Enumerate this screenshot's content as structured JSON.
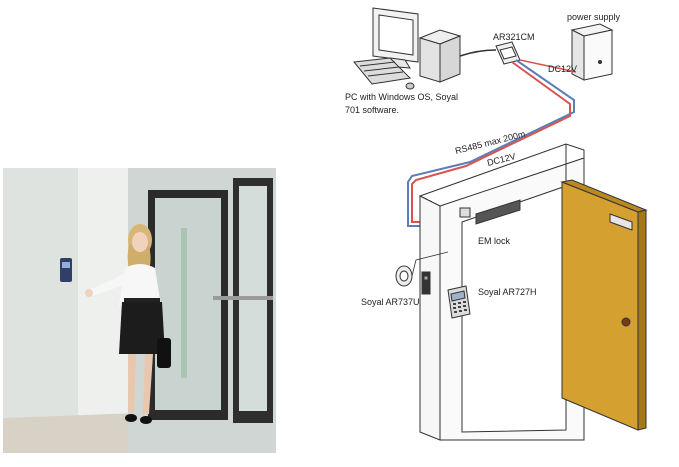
{
  "photo": {
    "description_icon": "woman-at-access-reader-photo"
  },
  "diagram": {
    "labels": {
      "pc": "PC with Windows OS, Soyal",
      "pc_line2": "701 software.",
      "converter": "AR321CM",
      "power_supply": "power supply",
      "dc_top": "DC12V",
      "rs485": "RS485 max 200m",
      "dc_mid": "DC12V",
      "em_lock": "EM lock",
      "reader_left": "Soyal AR737U",
      "reader_right": "Soyal AR727H"
    },
    "colors": {
      "data_line": "#5a7fb8",
      "power_line": "#d9534f",
      "door": "#d4a030",
      "outline": "#333333"
    }
  }
}
